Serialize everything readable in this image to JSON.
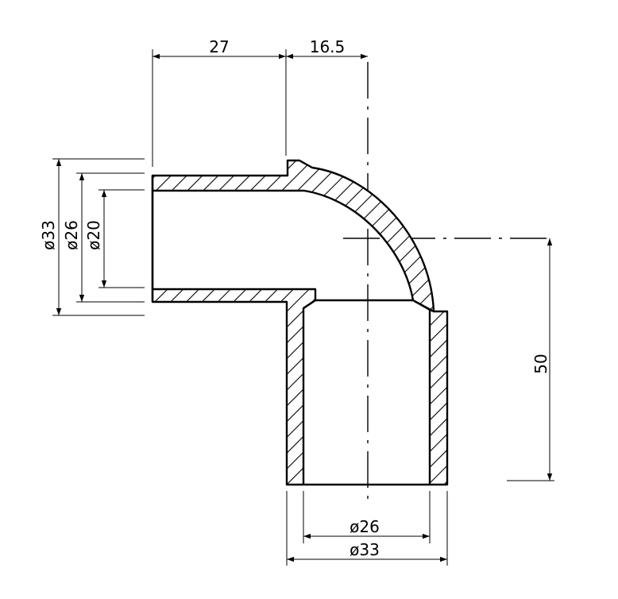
{
  "drawing": {
    "labels": {
      "dim_27": "27",
      "dim_16_5": "16.5",
      "dim_50": "50",
      "dia_33_left": "ø33",
      "dia_26_left": "ø26",
      "dia_20_left": "ø20",
      "dia_26_bottom": "ø26",
      "dia_33_bottom": "ø33"
    },
    "colors": {
      "line": "#000000",
      "background": "#ffffff"
    }
  }
}
